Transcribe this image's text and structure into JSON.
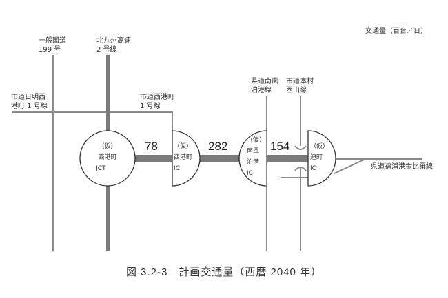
{
  "legend": "交通量（百台／日）",
  "roads": {
    "route199": [
      "一般国道",
      "199 号"
    ],
    "expressway": [
      "北九州高速",
      "2 号線"
    ],
    "himyo": [
      "市道日明西",
      "港町 1 号線"
    ],
    "nishiminato": [
      "市道西港町",
      "1 号線"
    ],
    "minamikaze": [
      "県道南風",
      "泊港線"
    ],
    "motomura": [
      "市道本村",
      "西山線"
    ],
    "fukuura": "県道福浦港金比羅線"
  },
  "nodes": {
    "jct": [
      "（仮）",
      "西港町",
      "JCT"
    ],
    "ic1": [
      "（仮）",
      "西港町",
      "IC"
    ],
    "ic2": [
      "（仮）",
      "南風",
      "泊港",
      "IC"
    ],
    "ic3": [
      "（仮）",
      "迫町",
      "IC"
    ]
  },
  "volumes": [
    "78",
    "282",
    "154"
  ],
  "caption": "図 3.2-3　計画交通量（西暦 2040 年）",
  "colors": {
    "thick": "#7a7a7a",
    "thin": "#8a8a8a"
  }
}
